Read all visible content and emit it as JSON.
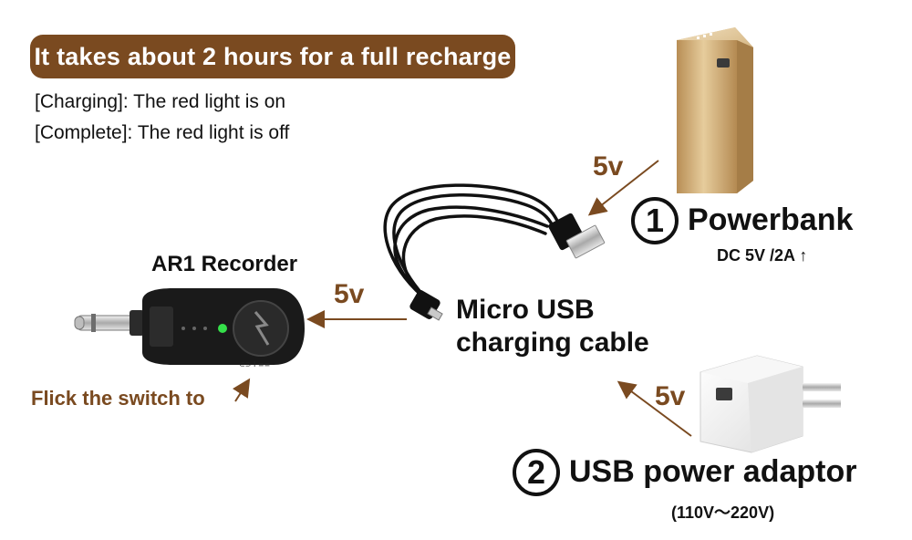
{
  "banner": {
    "text": "It takes about 2 hours for a full recharge"
  },
  "status": {
    "charging": "[Charging]: The red light is on",
    "complete": "[Complete]: The red light is off"
  },
  "powerbank": {
    "number": "1",
    "label": "Powerbank",
    "spec": "DC 5V /2A",
    "spec_arrow": "↑",
    "voltage": "5v"
  },
  "adaptor": {
    "number": "2",
    "label": "USB power adaptor",
    "spec": "(110V～220V)",
    "voltage": "5v"
  },
  "cable": {
    "label_line1": "Micro USB",
    "label_line2": "charging cable"
  },
  "recorder": {
    "label": "AR1 Recorder",
    "voltage": "5v",
    "switch_hint": "Flick the switch to"
  },
  "colors": {
    "accent": "#7a4a20",
    "powerbank": "#c9a673",
    "led": "#35e04a"
  }
}
